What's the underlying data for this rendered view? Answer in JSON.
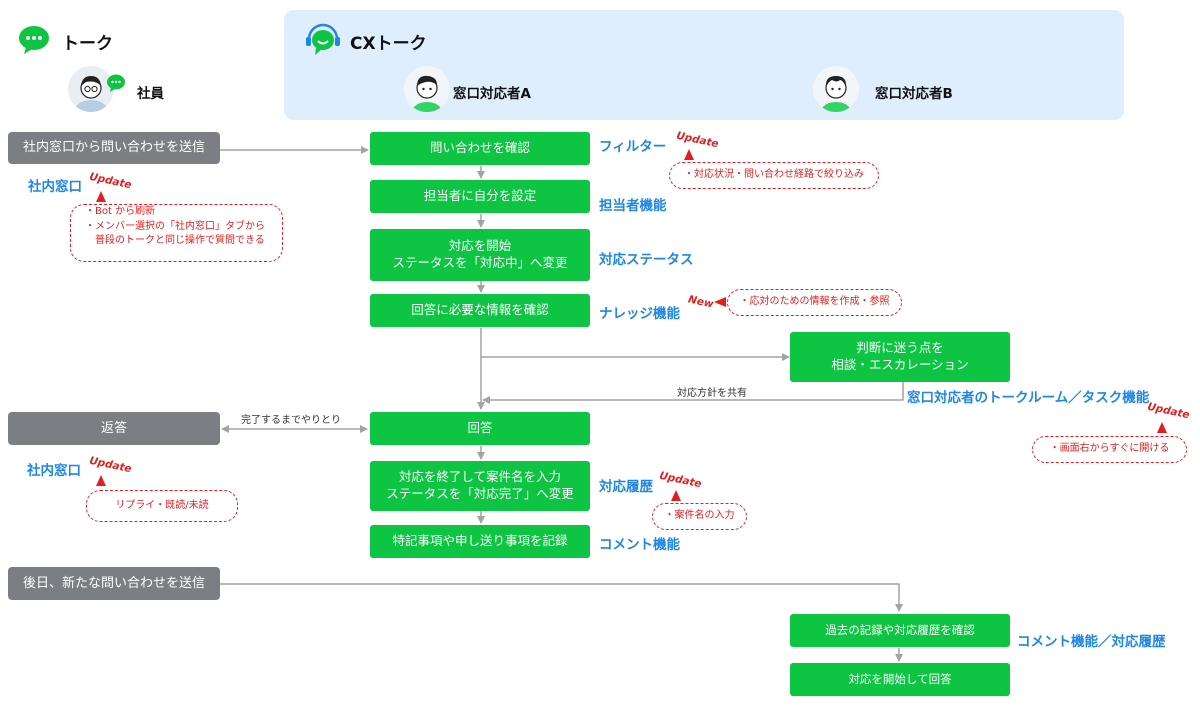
{
  "headers": {
    "talk": "トーク",
    "cx_talk": "CXトーク"
  },
  "people": {
    "employee": "社員",
    "agent_a": "窓口対応者A",
    "agent_b": "窓口対応者B"
  },
  "employee_actions": {
    "send": "社内窓口から問い合わせを送信",
    "reply": "返答",
    "later": "後日、新たな問い合わせを送信"
  },
  "steps": {
    "s1": "問い合わせを確認",
    "s2": "担当者に自分を設定",
    "s3a": "対応を開始",
    "s3b": "ステータスを「対応中」へ変更",
    "s4": "回答に必要な情報を確認",
    "s5a": "判断に迷う点を",
    "s5b": "相談・エスカレーション",
    "s6": "回答",
    "s7a": "対応を終了して案件名を入力",
    "s7b": "ステータスを「対応完了」へ変更",
    "s8": "特記事項や申し送り事項を記録",
    "s9": "過去の記録や対応履歴を確認",
    "s10": "対応を開始して回答"
  },
  "features": {
    "filter": "フィルター",
    "assignee": "担当者機能",
    "status": "対応ステータス",
    "knowledge": "ナレッジ機能",
    "taskroom": "窓口対応者のトークルーム／タスク機能",
    "history": "対応履歴",
    "comment": "コメント機能",
    "comment_history": "コメント機能／対応履歴",
    "internal_window_1": "社内窓口",
    "internal_window_2": "社内窓口"
  },
  "tags": {
    "update": "Update",
    "new": "New"
  },
  "notes": {
    "filter": "・対応状況・問い合わせ経路で絞り込み",
    "internal_1a": "・Bot から刷新",
    "internal_1b": "・メンバー選択の「社内窓口」タブから",
    "internal_1c": "普段のトークと同じ操作で質問できる",
    "knowledge": "・応対のための情報を作成・参照",
    "taskroom": "・画面右からすぐに開ける",
    "internal_2": "リプライ・既読/未読",
    "history": "・案件名の入力"
  },
  "edge_labels": {
    "share": "対応方針を共有",
    "exchange": "完了するまでやりとり"
  },
  "colors": {
    "green": "#0ec443",
    "gray": "#7b7e83",
    "blue_text": "#1f86e6",
    "red": "#e02020",
    "panel": "#dfeefc"
  },
  "icons": [
    "chat-bubble-icon",
    "headset-chat-icon"
  ]
}
